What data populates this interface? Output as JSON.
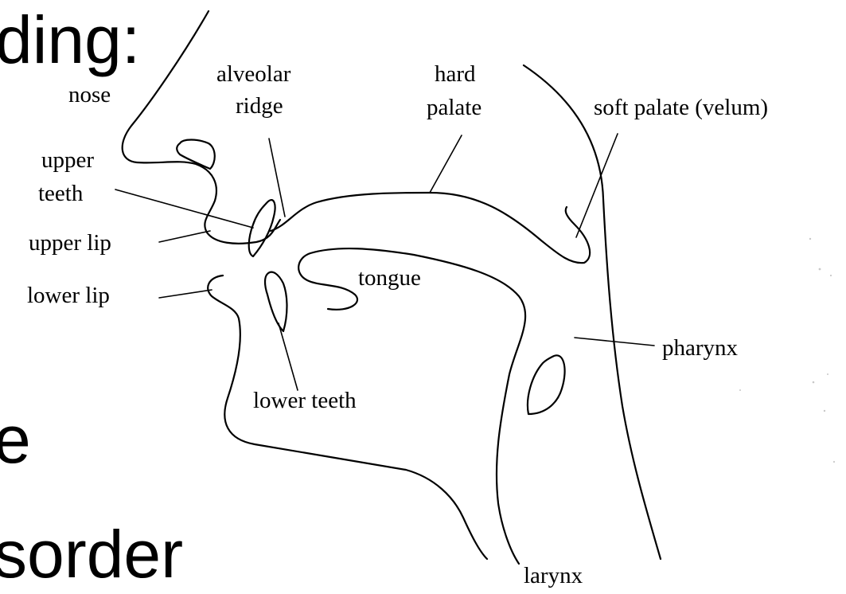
{
  "slide_text": {
    "line1": "ding:",
    "line2": "e",
    "line3": "sorder"
  },
  "diagram": {
    "labels": {
      "nose": "nose",
      "alveolar_ridge_1": "alveolar",
      "alveolar_ridge_2": "ridge",
      "hard_palate_1": "hard",
      "hard_palate_2": "palate",
      "soft_palate": "soft palate (velum)",
      "upper_teeth_1": "upper",
      "upper_teeth_2": "teeth",
      "upper_lip": "upper lip",
      "lower_lip": "lower lip",
      "tongue": "tongue",
      "pharynx": "pharynx",
      "lower_teeth": "lower teeth",
      "larynx": "larynx"
    }
  }
}
